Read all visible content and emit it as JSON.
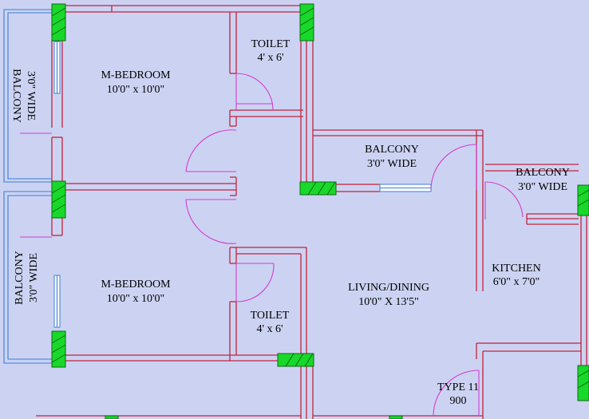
{
  "rooms": {
    "master_bedroom_top": {
      "name": "M-BEDROOM",
      "size": "10'0\" x 10'0\""
    },
    "master_bedroom_bottom": {
      "name": "M-BEDROOM",
      "size": "10'0\" x 10'0\""
    },
    "toilet_top": {
      "name": "TOILET",
      "size": "4' x 6'"
    },
    "toilet_bottom": {
      "name": "TOILET",
      "size": "4' x 6'"
    },
    "balcony_center": {
      "name": "BALCONY",
      "size": "3'0\" WIDE"
    },
    "balcony_right": {
      "name": "BALCONY",
      "size": "3'0\" WIDE"
    },
    "balcony_left_top": {
      "name": "BALCONY",
      "size": "3'0\" WIDE"
    },
    "balcony_left_bottom": {
      "name": "BALCONY",
      "size": "3'0\" WIDE"
    },
    "kitchen": {
      "name": "KITCHEN",
      "size": "6'0\" x 7'0\""
    },
    "living_dining": {
      "name": "LIVING/DINING",
      "size": "10'0\" X 13'5\""
    }
  },
  "unit": {
    "type": "TYPE 11",
    "number": "900"
  },
  "colors": {
    "background": "#ccd3f2",
    "wall": "#c2223d",
    "door": "#d23cd0",
    "window": "#3b7dd8",
    "column": "#18d82a"
  }
}
